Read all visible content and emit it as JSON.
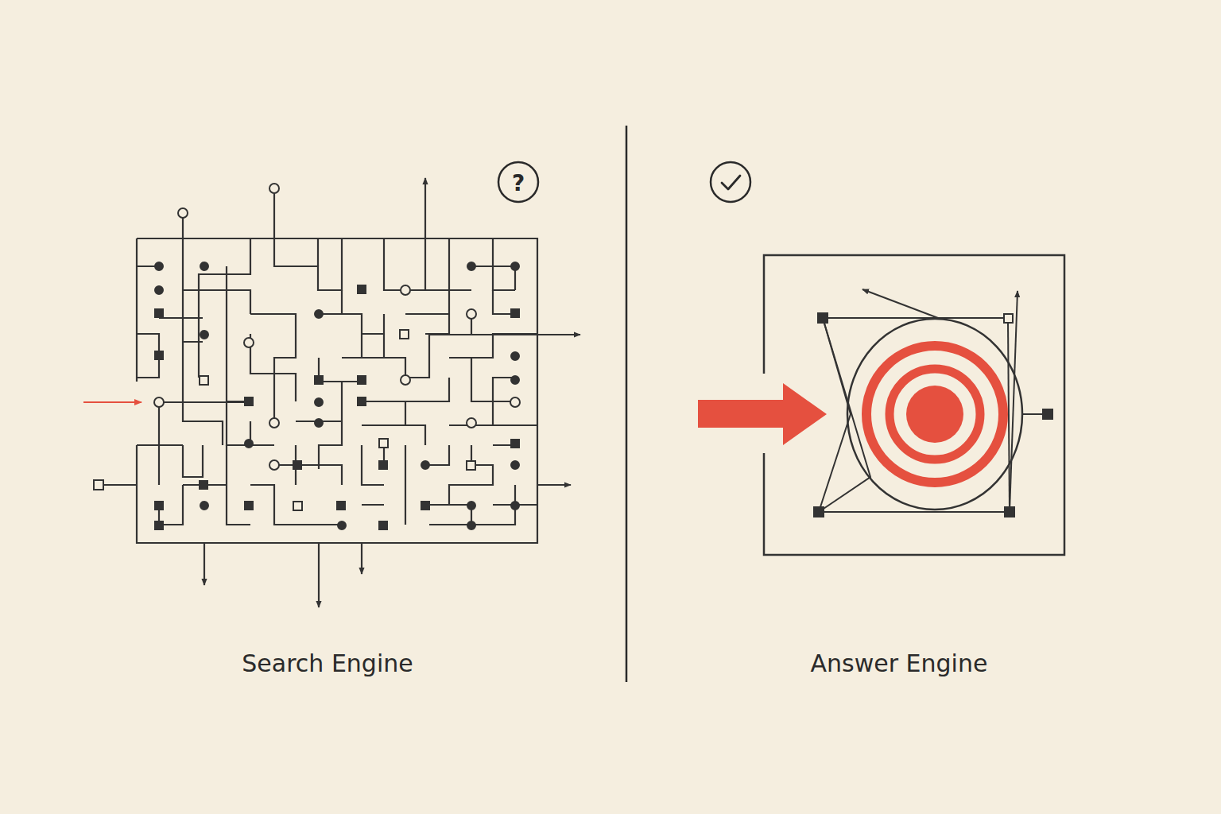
{
  "diagram": {
    "labels": [
      "?",
      "Search Engine",
      "Answer Engine"
    ]
  }
}
